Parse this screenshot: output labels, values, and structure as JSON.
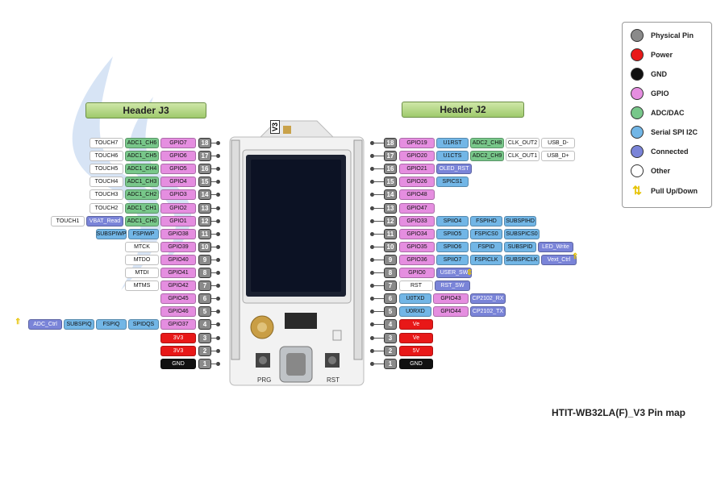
{
  "title": "HTIT-WB32LA(F)_V3 Pin map",
  "headers": {
    "left": "Header J3",
    "right": "Header J2"
  },
  "board": {
    "v3_label": "V3",
    "prg_label": "PRG",
    "rst_label": "RST"
  },
  "legend": [
    {
      "label": "Physical Pin",
      "color": "#8a8a8a"
    },
    {
      "label": "Power",
      "color": "#e81818"
    },
    {
      "label": "GND",
      "color": "#111111"
    },
    {
      "label": "GPIO",
      "color": "#e58ee0"
    },
    {
      "label": "ADC/DAC",
      "color": "#78c78a"
    },
    {
      "label": "Serial SPI I2C",
      "color": "#72b6e6"
    },
    {
      "label": "Connected",
      "color": "#7a84d8"
    },
    {
      "label": "Other",
      "color": "#ffffff"
    },
    {
      "label": "Pull Up/Down",
      "color": "arrow"
    }
  ],
  "left_pins": [
    {
      "num": "18",
      "labels": [
        {
          "t": "GPIO7",
          "c": "gpio"
        },
        {
          "t": "ADC1_CH6",
          "c": "adc"
        },
        {
          "t": "TOUCH7",
          "c": "other"
        }
      ]
    },
    {
      "num": "17",
      "labels": [
        {
          "t": "GPIO6",
          "c": "gpio"
        },
        {
          "t": "ADC1_CH5",
          "c": "adc"
        },
        {
          "t": "TOUCH6",
          "c": "other"
        }
      ]
    },
    {
      "num": "16",
      "labels": [
        {
          "t": "GPIO5",
          "c": "gpio"
        },
        {
          "t": "ADC1_CH4",
          "c": "adc"
        },
        {
          "t": "TOUCH5",
          "c": "other"
        }
      ]
    },
    {
      "num": "15",
      "labels": [
        {
          "t": "GPIO4",
          "c": "gpio"
        },
        {
          "t": "ADC1_CH3",
          "c": "adc"
        },
        {
          "t": "TOUCH4",
          "c": "other"
        }
      ]
    },
    {
      "num": "14",
      "labels": [
        {
          "t": "GPIO3",
          "c": "gpio"
        },
        {
          "t": "ADC1_CH2",
          "c": "adc"
        },
        {
          "t": "TOUCH3",
          "c": "other"
        }
      ]
    },
    {
      "num": "13",
      "labels": [
        {
          "t": "GPIO2",
          "c": "gpio"
        },
        {
          "t": "ADC1_CH1",
          "c": "adc"
        },
        {
          "t": "TOUCH2",
          "c": "other"
        }
      ]
    },
    {
      "num": "12",
      "labels": [
        {
          "t": "GPIO1",
          "c": "gpio"
        },
        {
          "t": "ADC1_CH0",
          "c": "adc"
        },
        {
          "t": "VBAT_Read",
          "c": "conn"
        },
        {
          "t": "TOUCH1",
          "c": "other"
        }
      ]
    },
    {
      "num": "11",
      "labels": [
        {
          "t": "GPIO38",
          "c": "gpio"
        },
        {
          "t": "FSPIWP",
          "c": "spi"
        },
        {
          "t": "SUBSPIWP",
          "c": "spi"
        }
      ]
    },
    {
      "num": "10",
      "labels": [
        {
          "t": "GPIO39",
          "c": "gpio"
        },
        {
          "t": "MTCK",
          "c": "other"
        }
      ]
    },
    {
      "num": "9",
      "labels": [
        {
          "t": "GPIO40",
          "c": "gpio"
        },
        {
          "t": "MTDO",
          "c": "other"
        }
      ]
    },
    {
      "num": "8",
      "labels": [
        {
          "t": "GPIO41",
          "c": "gpio"
        },
        {
          "t": "MTDI",
          "c": "other"
        }
      ]
    },
    {
      "num": "7",
      "labels": [
        {
          "t": "GPIO42",
          "c": "gpio"
        },
        {
          "t": "MTMS",
          "c": "other"
        }
      ]
    },
    {
      "num": "6",
      "labels": [
        {
          "t": "GPIO45",
          "c": "gpio"
        }
      ]
    },
    {
      "num": "5",
      "labels": [
        {
          "t": "GPIO46",
          "c": "gpio"
        }
      ]
    },
    {
      "num": "4",
      "labels": [
        {
          "t": "GPIO37",
          "c": "gpio"
        },
        {
          "t": "SPIDQS",
          "c": "spi"
        },
        {
          "t": "FSPIQ",
          "c": "spi"
        },
        {
          "t": "SUBSPIQ",
          "c": "spi"
        },
        {
          "t": "ADC_Ctrl",
          "c": "conn"
        }
      ]
    },
    {
      "num": "3",
      "labels": [
        {
          "t": "3V3",
          "c": "power"
        }
      ]
    },
    {
      "num": "2",
      "labels": [
        {
          "t": "3V3",
          "c": "power"
        }
      ]
    },
    {
      "num": "1",
      "labels": [
        {
          "t": "GND",
          "c": "gnd"
        }
      ]
    }
  ],
  "right_pins": [
    {
      "num": "18",
      "labels": [
        {
          "t": "GPIO19",
          "c": "gpio"
        },
        {
          "t": "U1RST",
          "c": "spi"
        },
        {
          "t": "ADC2_CH8",
          "c": "adc"
        },
        {
          "t": "CLK_OUT2",
          "c": "other"
        },
        {
          "t": "USB_D-",
          "c": "other"
        }
      ]
    },
    {
      "num": "17",
      "labels": [
        {
          "t": "GPIO20",
          "c": "gpio"
        },
        {
          "t": "U1CTS",
          "c": "spi"
        },
        {
          "t": "ADC2_CH9",
          "c": "adc"
        },
        {
          "t": "CLK_OUT1",
          "c": "other"
        },
        {
          "t": "USB_D+",
          "c": "other"
        }
      ]
    },
    {
      "num": "16",
      "labels": [
        {
          "t": "GPIO21",
          "c": "gpio"
        },
        {
          "t": "OLED_RST",
          "c": "conn"
        }
      ]
    },
    {
      "num": "15",
      "labels": [
        {
          "t": "GPIO26",
          "c": "gpio"
        },
        {
          "t": "SPICS1",
          "c": "spi"
        }
      ]
    },
    {
      "num": "14",
      "labels": [
        {
          "t": "GPIO48",
          "c": "gpio"
        }
      ]
    },
    {
      "num": "13",
      "labels": [
        {
          "t": "GPIO47",
          "c": "gpio"
        }
      ]
    },
    {
      "num": "12",
      "labels": [
        {
          "t": "GPIO33",
          "c": "gpio"
        },
        {
          "t": "SPIIO4",
          "c": "spi"
        },
        {
          "t": "FSPIHD",
          "c": "spi"
        },
        {
          "t": "SUBSPIHD",
          "c": "spi"
        }
      ]
    },
    {
      "num": "11",
      "labels": [
        {
          "t": "GPIO34",
          "c": "gpio"
        },
        {
          "t": "SPIIO5",
          "c": "spi"
        },
        {
          "t": "FSPICS0",
          "c": "spi"
        },
        {
          "t": "SUBSPICS0",
          "c": "spi"
        }
      ]
    },
    {
      "num": "10",
      "labels": [
        {
          "t": "GPIO35",
          "c": "gpio"
        },
        {
          "t": "SPIIO6",
          "c": "spi"
        },
        {
          "t": "FSPID",
          "c": "spi"
        },
        {
          "t": "SUBSPID",
          "c": "spi"
        },
        {
          "t": "LED_Write",
          "c": "conn"
        }
      ]
    },
    {
      "num": "9",
      "labels": [
        {
          "t": "GPIO36",
          "c": "gpio"
        },
        {
          "t": "SPIIO7",
          "c": "spi"
        },
        {
          "t": "FSPICLK",
          "c": "spi"
        },
        {
          "t": "SUBSPICLK",
          "c": "spi"
        },
        {
          "t": "Vext_Ctrl",
          "c": "conn"
        }
      ]
    },
    {
      "num": "8",
      "labels": [
        {
          "t": "GPIO0",
          "c": "gpio"
        },
        {
          "t": "USER_SW",
          "c": "conn"
        }
      ]
    },
    {
      "num": "7",
      "labels": [
        {
          "t": "RST",
          "c": "other"
        },
        {
          "t": "RST_SW",
          "c": "conn"
        }
      ]
    },
    {
      "num": "6",
      "labels": [
        {
          "t": "U0TXD",
          "c": "spi"
        },
        {
          "t": "GPIO43",
          "c": "gpio"
        },
        {
          "t": "CP2102_RX",
          "c": "conn"
        }
      ]
    },
    {
      "num": "5",
      "labels": [
        {
          "t": "U0RXD",
          "c": "spi"
        },
        {
          "t": "GPIO44",
          "c": "gpio"
        },
        {
          "t": "CP2102_TX",
          "c": "conn"
        }
      ]
    },
    {
      "num": "4",
      "labels": [
        {
          "t": "Ve",
          "c": "power"
        }
      ]
    },
    {
      "num": "3",
      "labels": [
        {
          "t": "Ve",
          "c": "power"
        }
      ]
    },
    {
      "num": "2",
      "labels": [
        {
          "t": "5V",
          "c": "power"
        }
      ]
    },
    {
      "num": "1",
      "labels": [
        {
          "t": "GND",
          "c": "gnd"
        }
      ]
    }
  ]
}
